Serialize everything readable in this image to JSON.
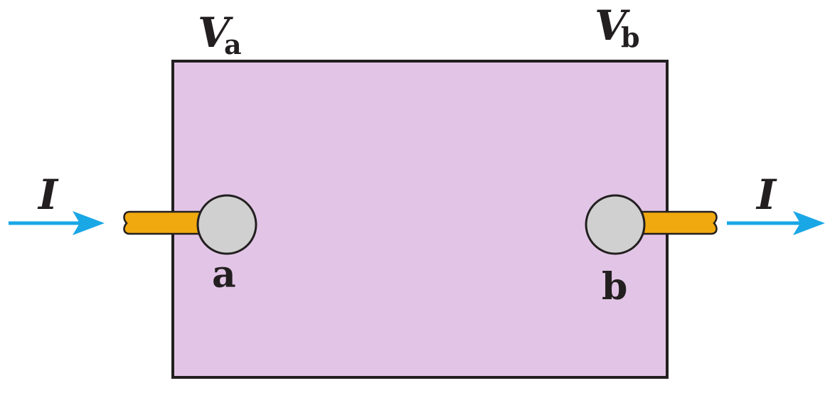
{
  "labels": {
    "va_main": "V",
    "va_sub": "a",
    "vb_main": "V",
    "vb_sub": "b",
    "current_left": "I",
    "current_right": "I",
    "terminal_a": "a",
    "terminal_b": "b"
  },
  "colors": {
    "body_fill": "#e2c5e6",
    "body_stroke": "#231f20",
    "terminal_fill": "#d0d0d0",
    "wire_fill": "#f0a90e",
    "arrow": "#1aa7e6",
    "text": "#231f20"
  }
}
